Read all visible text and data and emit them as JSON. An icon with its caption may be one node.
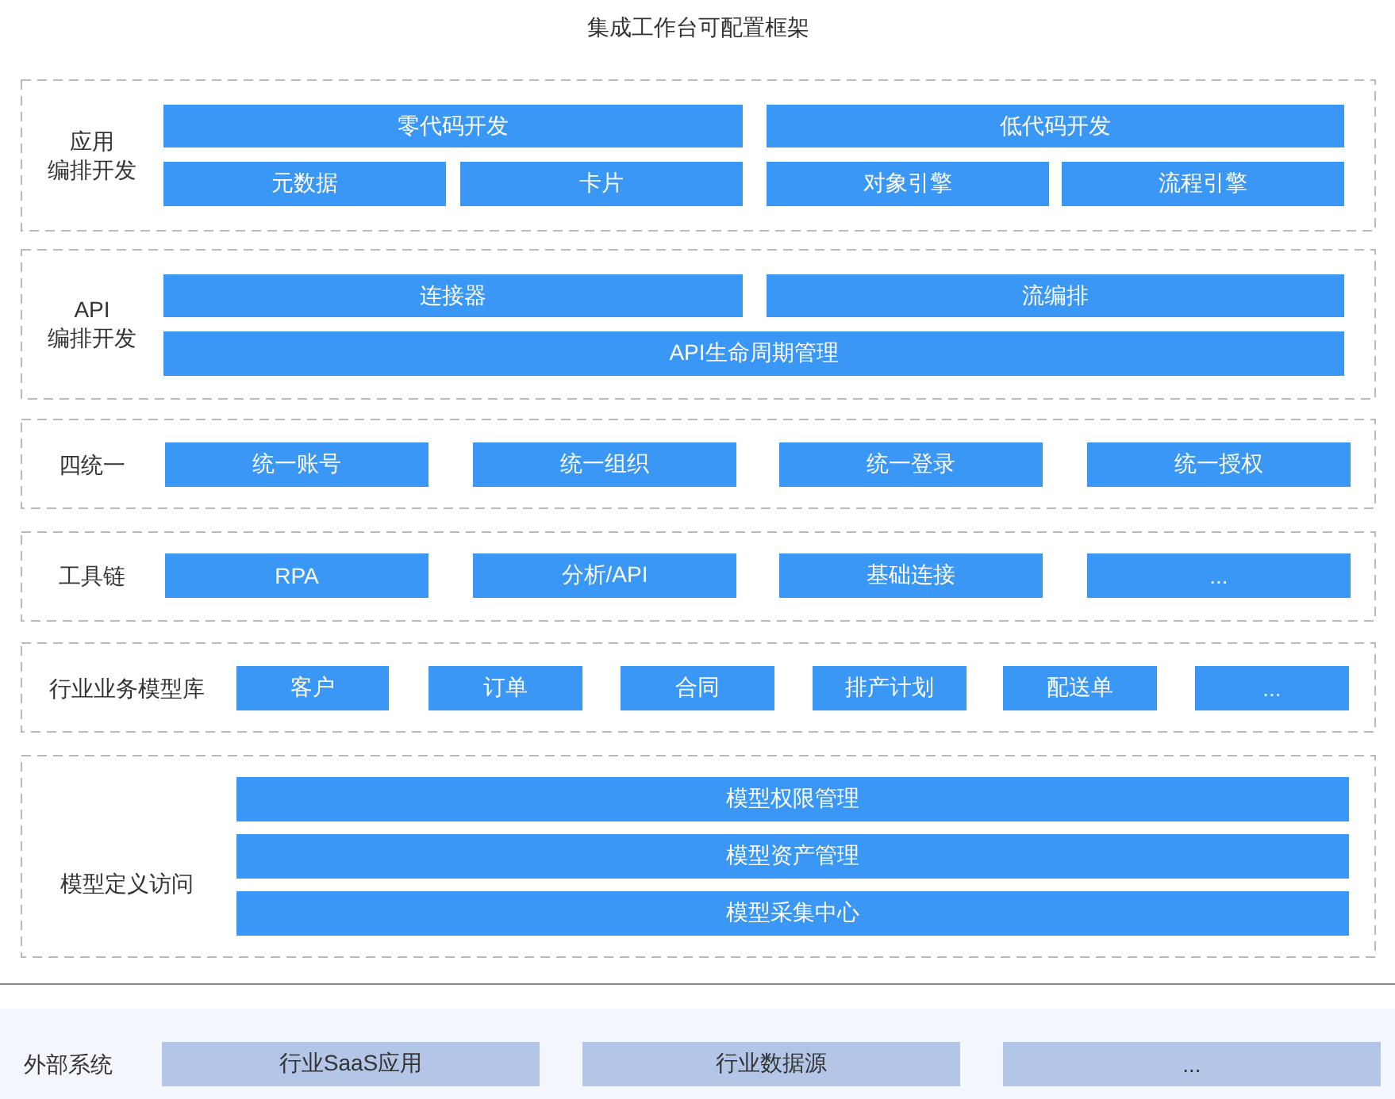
{
  "diagram": {
    "title": "集成工作台可配置框架",
    "nodes": [
      {
        "text": [
          "应用编排开发"
        ]
      },
      {
        "text": [
          "零代码开发"
        ],
        "in": 0
      },
      {
        "text": [
          "低代码开发"
        ],
        "in": 0
      },
      {
        "text": [
          "元数据"
        ],
        "in": 0
      },
      {
        "text": [
          "卡片"
        ],
        "in": 0
      },
      {
        "text": [
          "对象引擎"
        ],
        "in": 0
      },
      {
        "text": [
          "流程引擎"
        ],
        "in": 0
      },
      {
        "text": [
          "API编排开发"
        ]
      },
      {
        "text": [
          "连接器"
        ],
        "in": 7
      },
      {
        "text": [
          "流编排"
        ],
        "in": 7
      },
      {
        "text": [
          "API生命周期管理"
        ],
        "in": 7
      },
      {
        "text": [
          "四统一"
        ]
      },
      {
        "text": [
          "统一账号"
        ],
        "in": 11
      },
      {
        "text": [
          "统一组织"
        ],
        "in": 11
      },
      {
        "text": [
          "统一登录"
        ],
        "in": 11
      },
      {
        "text": [
          "统一授权"
        ],
        "in": 11
      },
      {
        "text": [
          "工具链"
        ]
      },
      {
        "text": [
          "RPA"
        ],
        "in": 16
      },
      {
        "text": [
          "分析/API"
        ],
        "in": 16
      },
      {
        "text": [
          "基础连接"
        ],
        "in": 16
      },
      {
        "text": [
          "..."
        ],
        "in": 16
      },
      {
        "text": [
          "行业业务模型库"
        ]
      },
      {
        "text": [
          "客户"
        ],
        "in": 21
      },
      {
        "text": [
          "订单"
        ],
        "in": 21
      },
      {
        "text": [
          "合同"
        ],
        "in": 21
      },
      {
        "text": [
          "排产计划"
        ],
        "in": 21
      },
      {
        "text": [
          "配送单"
        ],
        "in": 21
      },
      {
        "text": [
          "..."
        ],
        "in": 21
      },
      {
        "text": [
          "模型定义访问"
        ]
      },
      {
        "text": [
          "模型权限管理"
        ],
        "in": 28
      },
      {
        "text": [
          "模型资产管理"
        ],
        "in": 28
      },
      {
        "text": [
          "模型采集中心"
        ],
        "in": 28
      },
      {
        "text": [
          "外部系统"
        ]
      },
      {
        "text": [
          "行业SaaS应用"
        ],
        "in": 32
      },
      {
        "text": [
          "行业数据源"
        ],
        "in": 32
      },
      {
        "text": [
          "..."
        ],
        "in": 32
      }
    ]
  }
}
